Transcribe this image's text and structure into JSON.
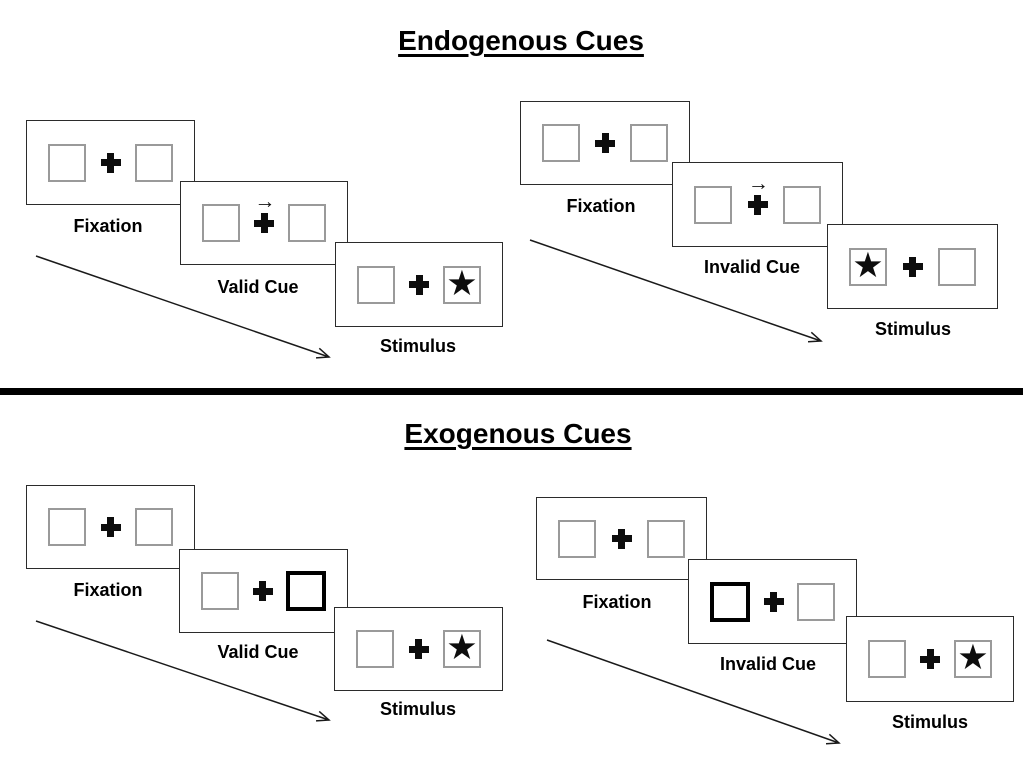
{
  "sections": [
    {
      "id": "endogenous",
      "title": "Endogenous Cues",
      "sequences": [
        {
          "name": "valid",
          "panels": [
            {
              "label": "Fixation",
              "type": "fixation"
            },
            {
              "label": "Valid Cue",
              "type": "central-arrow-cue",
              "cue_direction": "right"
            },
            {
              "label": "Stimulus",
              "type": "stimulus",
              "star_side": "right"
            }
          ]
        },
        {
          "name": "invalid",
          "panels": [
            {
              "label": "Fixation",
              "type": "fixation"
            },
            {
              "label": "Invalid Cue",
              "type": "central-arrow-cue",
              "cue_direction": "right"
            },
            {
              "label": "Stimulus",
              "type": "stimulus",
              "star_side": "left"
            }
          ]
        }
      ]
    },
    {
      "id": "exogenous",
      "title": "Exogenous Cues",
      "sequences": [
        {
          "name": "valid",
          "panels": [
            {
              "label": "Fixation",
              "type": "fixation"
            },
            {
              "label": "Valid Cue",
              "type": "peripheral-box-cue",
              "cue_side": "right"
            },
            {
              "label": "Stimulus",
              "type": "stimulus",
              "star_side": "right"
            }
          ]
        },
        {
          "name": "invalid",
          "panels": [
            {
              "label": "Fixation",
              "type": "fixation"
            },
            {
              "label": "Invalid Cue",
              "type": "peripheral-box-cue",
              "cue_side": "left"
            },
            {
              "label": "Stimulus",
              "type": "stimulus",
              "star_side": "right"
            }
          ]
        }
      ]
    }
  ],
  "symbols": {
    "star": "★",
    "cue_arrow": "→"
  },
  "colors": {
    "background": "#ffffff",
    "ink": "#000000",
    "panel_border": "#2b2b2b",
    "box_border": "#9a9a9a",
    "bold_cue_border": "#000000"
  }
}
